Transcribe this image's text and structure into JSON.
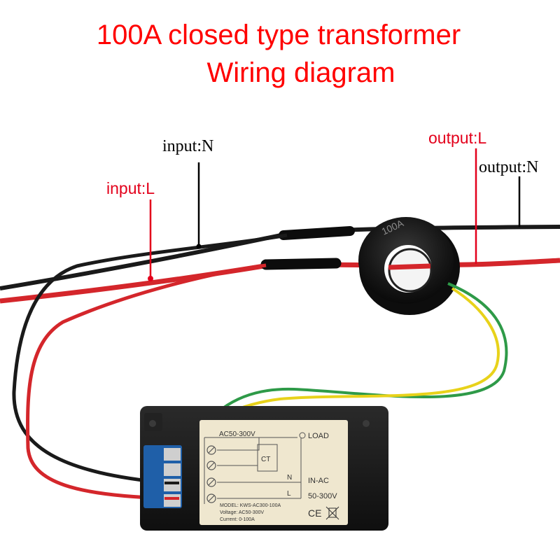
{
  "title": {
    "line1": "100A closed type transformer",
    "line2": "Wiring diagram"
  },
  "labels": {
    "input_n": "input:N",
    "input_l": "input:L",
    "output_l": "output:L",
    "output_n": "output:N"
  },
  "transformer": {
    "marking": "100A"
  },
  "module": {
    "diagram_supply": "AC50-300V",
    "diagram_load": "LOAD",
    "diagram_ct": "CT",
    "diagram_n": "N",
    "diagram_l": "L",
    "in_ac": "IN-AC",
    "voltage_range": "50-300V",
    "model_line": "MODEL: KWS-AC300-100A",
    "voltage_line": "Voltage: AC50-300V",
    "current_line": "Current: 0-100A",
    "ce_mark": "CE"
  },
  "colors": {
    "title": "#ff0000",
    "live_wire": "#d4262b",
    "neutral_wire": "#1a1a1a",
    "ct_wire_green": "#2e9a48",
    "ct_wire_yellow": "#e8d21a",
    "terminal_block": "#1f5fa8",
    "module_body": "#151515",
    "label_panel": "#efe7cf"
  }
}
